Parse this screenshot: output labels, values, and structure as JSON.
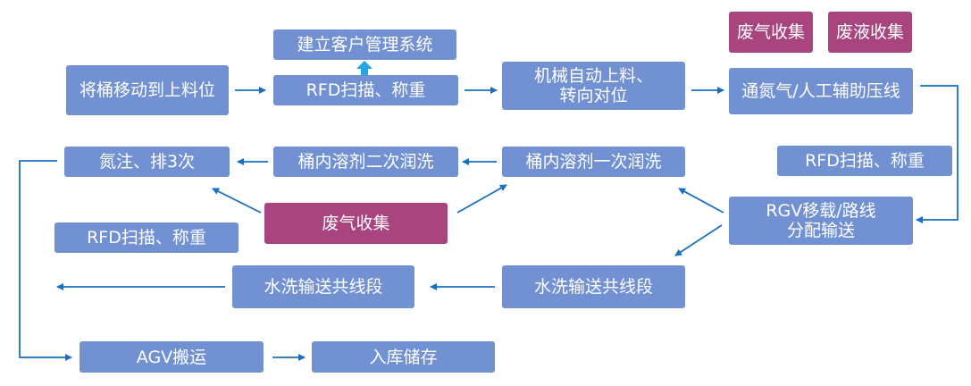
{
  "nodes": {
    "move_to_load": "将桶移动到上料位",
    "customer_system": "建立客户管理系统",
    "rfd_scan_1": "RFD扫描、称重",
    "auto_load": "机械自动上料、\n转向对位",
    "nitrogen_press": "通氮气/人工辅助压线",
    "waste_gas_top": "废气收集",
    "waste_liquid_top": "废液收集",
    "rfd_scan_2": "RFD扫描、称重",
    "rgv_transfer": "RGV移载/路线\n分配输送",
    "rinse_first": "桶内溶剂一次润洗",
    "rinse_second": "桶内溶剂二次润洗",
    "nitrogen_drain": "氮注、排3次",
    "waste_gas_mid": "废气收集",
    "rfd_scan_3": "RFD扫描、称重",
    "water_wash_right": "水洗输送共线段",
    "water_wash_left": "水洗输送共线段",
    "agv": "AGV搬运",
    "storage": "入库储存"
  },
  "colors": {
    "process_box": "#7291d3",
    "collection_box": "#a8447e",
    "arrow": "#1a6fc0",
    "up_arrow": "#22a4e6"
  }
}
